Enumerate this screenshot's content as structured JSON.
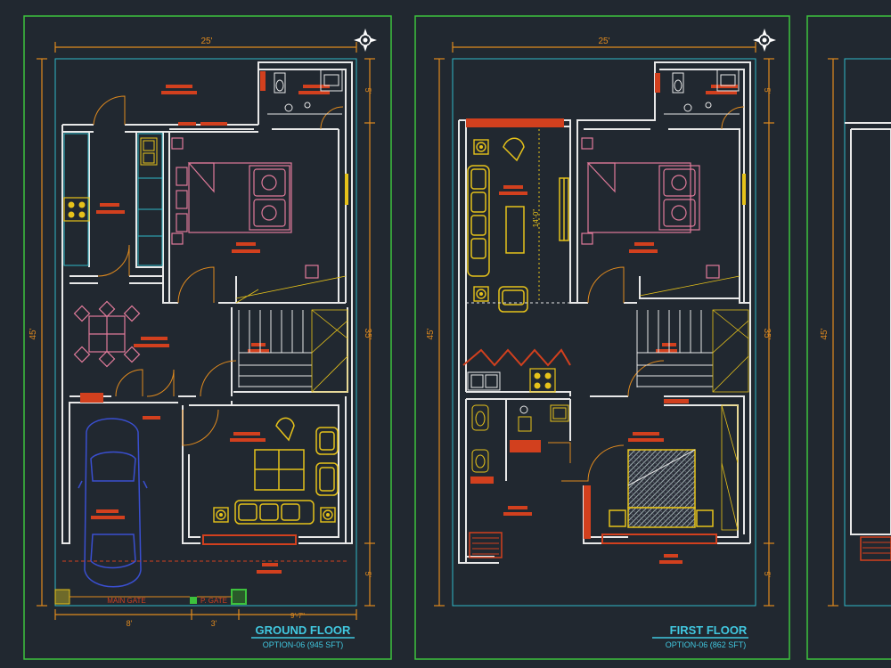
{
  "ground_floor": {
    "title": "GROUND FLOOR",
    "subtitle": "OPTION-06 (945 SFT)",
    "dim_top": "25'",
    "dim_left": "45'",
    "dim_right_main": "35'",
    "dim_right_top": "5'",
    "dim_right_bottom": "5'",
    "dim_bottom_1": "8'",
    "dim_bottom_2": "3'",
    "dim_bottom_3": "9'-7\"",
    "main_gate": "MAIN GATE",
    "p_gate": "P. GATE"
  },
  "first_floor": {
    "title": "FIRST FLOOR",
    "subtitle": "OPTION-06 (862 SFT)",
    "dim_top": "25'",
    "dim_left": "45'",
    "dim_right_main": "35'",
    "dim_right_top": "5'",
    "dim_right_bottom": "5'",
    "void_dim": "14'-0\""
  },
  "roof": {
    "dim_left": "45'"
  },
  "colors": {
    "background": "#212830",
    "sheet_border": "#3dc23d",
    "walls": "#e8e8e8",
    "dimensions": "#e08a1e",
    "room_text": "#d2401e",
    "furniture_pink": "#e07a9a",
    "furniture_yellow": "#e6c21a",
    "car": "#3a4fd0",
    "cyan": "#2fb8c8",
    "title_cyan": "#41c8e0"
  },
  "icons": [
    "north-arrow-icon",
    "car-icon",
    "sofa-icon",
    "bed-icon",
    "stove-icon",
    "wc-icon"
  ]
}
